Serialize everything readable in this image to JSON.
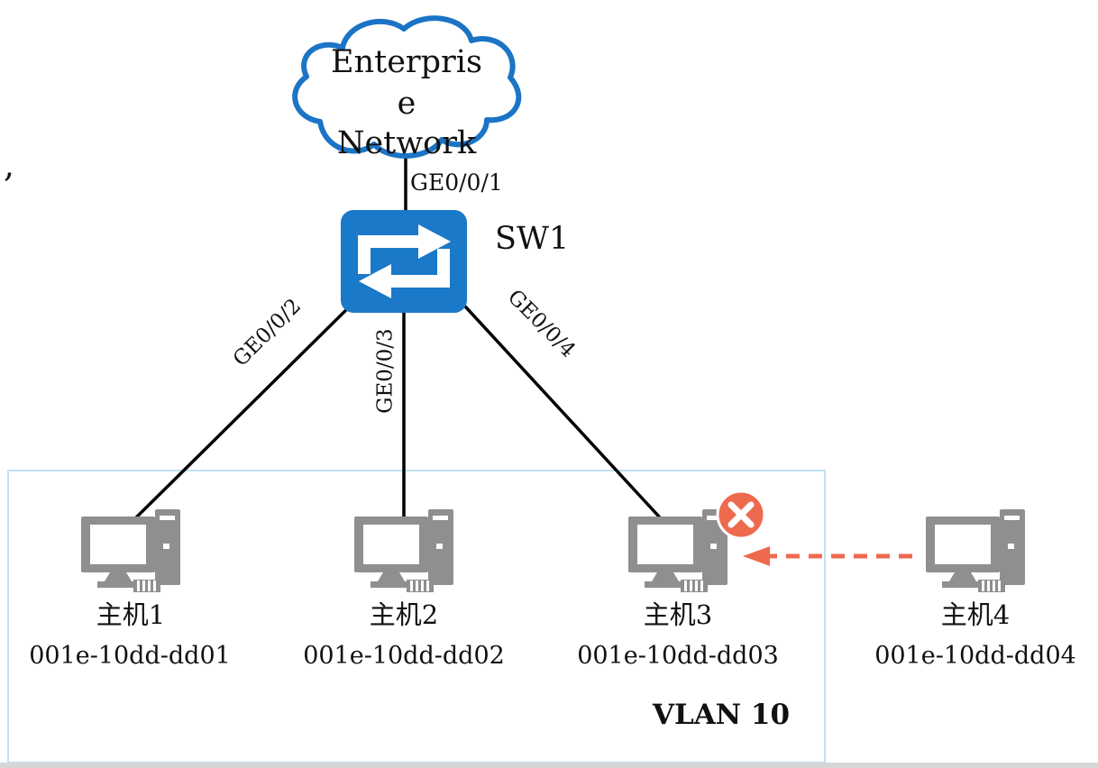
{
  "diagram": {
    "stray_comma": ",",
    "cloud": {
      "label_line1": "Enterpris",
      "label_line2": "e",
      "label_line3": "Network"
    },
    "switch": {
      "name": "SW1"
    },
    "ports": {
      "uplink": "GE0/0/1",
      "to_host1": "GE0/0/2",
      "to_host2": "GE0/0/3",
      "to_host3": "GE0/0/4"
    },
    "hosts": [
      {
        "name": "主机1",
        "mac": "001e-10dd-dd01"
      },
      {
        "name": "主机2",
        "mac": "001e-10dd-dd02"
      },
      {
        "name": "主机3",
        "mac": "001e-10dd-dd03"
      },
      {
        "name": "主机4",
        "mac": "001e-10dd-dd04"
      }
    ],
    "vlan": {
      "label": "VLAN 10"
    },
    "colors": {
      "cloud_stroke": "#1b74c5",
      "switch_fill": "#1a79c8",
      "host_gray": "#8f8f8f",
      "blocked_red": "#ee6a4f",
      "vlan_border": "#bfe2f0",
      "link_line": "#000000"
    }
  }
}
